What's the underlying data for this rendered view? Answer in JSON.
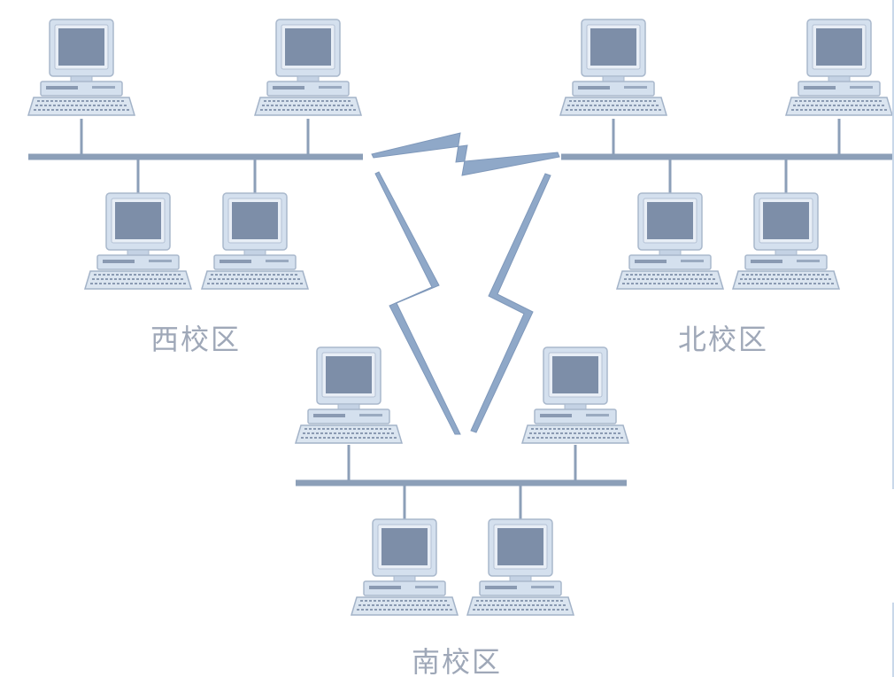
{
  "diagram": {
    "campuses": [
      {
        "id": "west",
        "label": "西校区"
      },
      {
        "id": "north",
        "label": "北校区"
      },
      {
        "id": "south",
        "label": "南校区"
      }
    ],
    "colors": {
      "bus": "#8c9fb8",
      "link": "#8fa8c8",
      "monitor_frame": "#d4e0ee",
      "screen": "#7d8ea8",
      "label": "#9fa8b8"
    },
    "icons": [
      "computer-icon",
      "wan-link-icon"
    ]
  }
}
